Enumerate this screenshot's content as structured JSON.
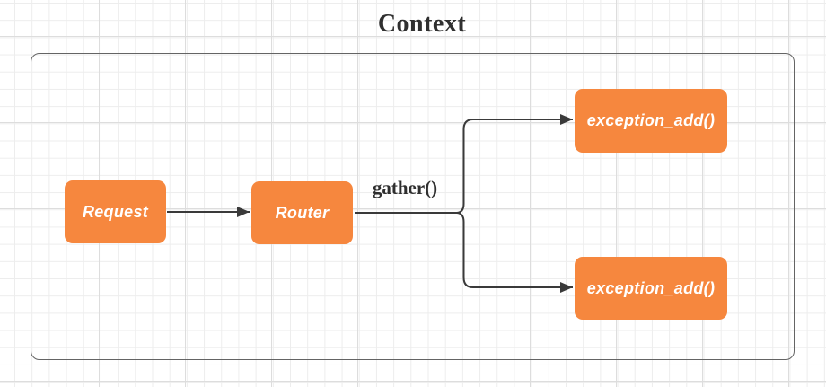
{
  "diagram": {
    "title": "Context",
    "nodes": [
      {
        "id": "request",
        "label": "Request"
      },
      {
        "id": "router",
        "label": "Router"
      },
      {
        "id": "exception_top",
        "label": "exception_add()"
      },
      {
        "id": "exception_bottom",
        "label": "exception_add()"
      }
    ],
    "edges": [
      {
        "from": "request",
        "to": "router",
        "label": ""
      },
      {
        "from": "router",
        "to": "exception_top",
        "label": "gather()"
      },
      {
        "from": "router",
        "to": "exception_bottom",
        "label": "gather()"
      }
    ],
    "edge_label": "gather()"
  },
  "colors": {
    "node_fill": "#f6873e",
    "node_text": "#ffffff",
    "connector": "#3a3a3a",
    "container_border": "#646464",
    "title_text": "#2f2f2f",
    "grid_minor": "#ededed",
    "grid_major": "#dddddd",
    "background": "#ffffff"
  }
}
